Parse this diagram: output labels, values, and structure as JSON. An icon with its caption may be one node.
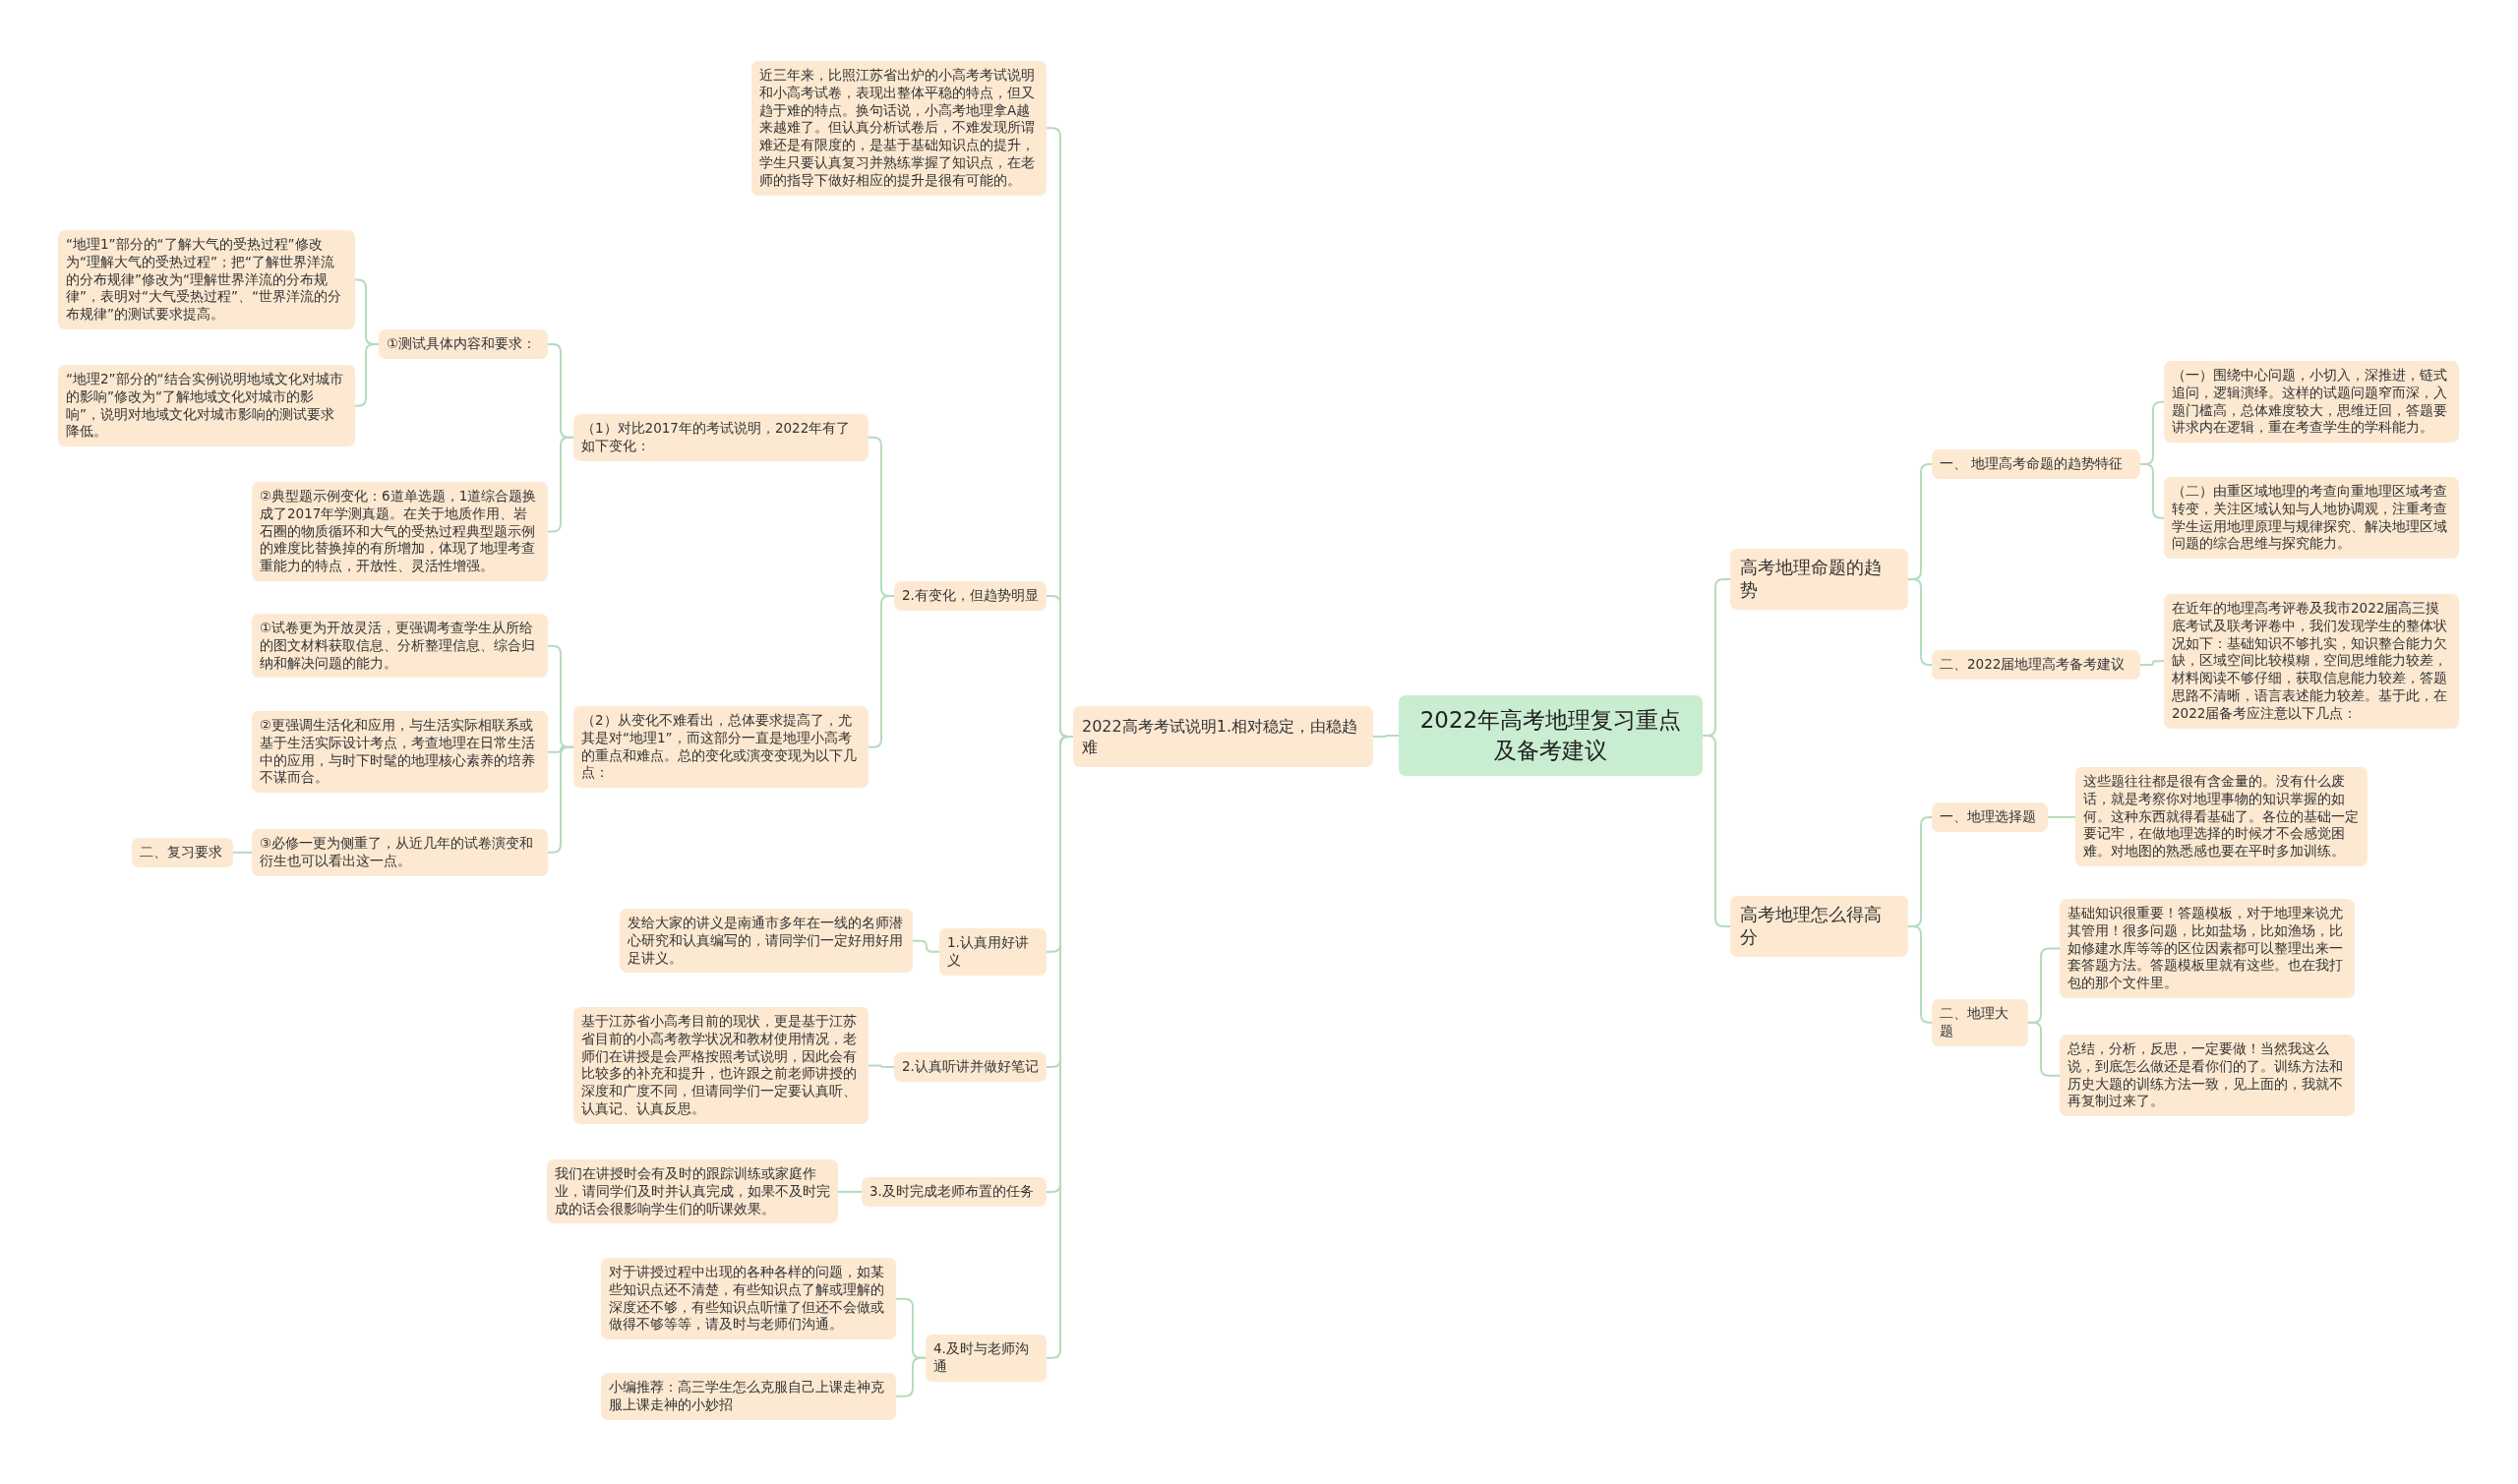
{
  "diagram": {
    "nodes": [
      {
        "text": [
          "2022年高考地理复习重点及备考建议"
        ]
      },
      {
        "text": [
          "2022高考考试说明1.相对稳定，由稳趋难"
        ]
      },
      {
        "text": [
          "近三年来，比照江苏省出炉的小高考考试说明和小高考试卷，表现出整体平稳的特点，但又趋于难的特点。换句话说，小高考地理拿A越来越难了。但认真分析试卷后，不难发现所谓难还是有限度的，是基于基础知识点的提升，学生只要认真复习并熟练掌握了知识点，在老师的指导下做好相应的提升是很有可能的。"
        ]
      },
      {
        "text": [
          "2.有变化，但趋势明显"
        ]
      },
      {
        "text": [
          "（1）对比2017年的考试说明，2022年有了如下变化："
        ]
      },
      {
        "text": [
          "①测试具体内容和要求："
        ]
      },
      {
        "text": [
          "“地理1”部分的“了解大气的受热过程”修改为“理解大气的受热过程”；把“了解世界洋流的分布规律”修改为“理解世界洋流的分布规律”，表明对“大气受热过程”、“世界洋流的分布规律”的测试要求提高。"
        ]
      },
      {
        "text": [
          "“地理2”部分的“结合实例说明地域文化对城市的影响”修改为“了解地域文化对城市的影响”，说明对地域文化对城市影响的测试要求降低。"
        ]
      },
      {
        "text": [
          "②典型题示例变化：6道单选题，1道综合题换成了2017年学测真题。在关于地质作用、岩石圈的物质循环和大气的受热过程典型题示例的难度比替换掉的有所增加，体现了地理考查重能力的特点，开放性、灵活性增强。"
        ]
      },
      {
        "text": [
          "（2）从变化不难看出，总体要求提高了，尤其是对“地理1”，而这部分一直是地理小高考的重点和难点。总的变化或演变变现为以下几点："
        ]
      },
      {
        "text": [
          "①试卷更为开放灵活，更强调考查学生从所给的图文材料获取信息、分析整理信息、综合归纳和解决问题的能力。"
        ]
      },
      {
        "text": [
          "②更强调生活化和应用，与生活实际相联系或基于生活实际设计考点，考查地理在日常生活中的应用，与时下时髦的地理核心素养的培养不谋而合。"
        ]
      },
      {
        "text": [
          "③必修一更为侧重了，从近几年的试卷演变和衍生也可以看出这一点。"
        ]
      },
      {
        "text": [
          "二、复习要求"
        ]
      },
      {
        "text": [
          "1.认真用好讲义"
        ]
      },
      {
        "text": [
          "发给大家的讲义是南通市多年在一线的名师潜心研究和认真编写的，请同学们一定好用好用足讲义。"
        ]
      },
      {
        "text": [
          "2.认真听讲并做好笔记"
        ]
      },
      {
        "text": [
          "基于江苏省小高考目前的现状，更是基于江苏省目前的小高考教学状况和教材使用情况，老师们在讲授是会严格按照考试说明，因此会有比较多的补充和提升，也许跟之前老师讲授的深度和广度不同，但请同学们一定要认真听、认真记、认真反思。"
        ]
      },
      {
        "text": [
          "3.及时完成老师布置的任务"
        ]
      },
      {
        "text": [
          "我们在讲授时会有及时的跟踪训练或家庭作业，请同学们及时并认真完成，如果不及时完成的话会很影响学生们的听课效果。"
        ]
      },
      {
        "text": [
          "4.及时与老师沟通"
        ]
      },
      {
        "text": [
          "对于讲授过程中出现的各种各样的问题，如某些知识点还不清楚，有些知识点了解或理解的深度还不够，有些知识点听懂了但还不会做或做得不够等等，请及时与老师们沟通。"
        ]
      },
      {
        "text": [
          "小编推荐：高三学生怎么克服自己上课走神克服上课走神的小妙招"
        ]
      },
      {
        "text": [
          "高考地理命题的趋势"
        ]
      },
      {
        "text": [
          "一、 地理高考命题的趋势特征"
        ]
      },
      {
        "text": [
          "（一）围绕中心问题，小切入，深推进，链式追问，逻辑演绎。这样的试题问题窄而深，入题门槛高，总体难度较大，思维迂回，答题要讲求内在逻辑，重在考查学生的学科能力。"
        ]
      },
      {
        "text": [
          "（二）由重区域地理的考查向重地理区域考查转变，关注区域认知与人地协调观，注重考查学生运用地理原理与规律探究、解决地理区域问题的综合思维与探究能力。"
        ]
      },
      {
        "text": [
          "二、2022届地理高考备考建议"
        ]
      },
      {
        "text": [
          "在近年的地理高考评卷及我市2022届高三摸底考试及联考评卷中，我们发现学生的整体状况如下：基础知识不够扎实，知识整合能力欠缺，区域空间比较模糊，空间思维能力较差，材料阅读不够仔细，获取信息能力较差，答题思路不清晰，语言表述能力较差。基于此，在2022届备考应注意以下几点："
        ]
      },
      {
        "text": [
          "高考地理怎么得高分"
        ]
      },
      {
        "text": [
          "一、地理选择题"
        ]
      },
      {
        "text": [
          "这些题往往都是很有含金量的。没有什么废话，就是考察你对地理事物的知识掌握的如何。这种东西就得看基础了。各位的基础一定要记牢，在做地理选择的时候才不会感觉困难。对地图的熟悉感也要在平时多加训练。"
        ]
      },
      {
        "text": [
          "二、地理大题"
        ]
      },
      {
        "text": [
          "基础知识很重要！答题模板，对于地理来说尤其管用！很多问题，比如盐场，比如渔场，比如修建水库等等的区位因素都可以整理出来一套答题方法。答题模板里就有这些。也在我打包的那个文件里。"
        ]
      },
      {
        "text": [
          "总结，分析，反思，一定要做！当然我这么说，到底怎么做还是看你们的了。训练方法和历史大题的训练方法一致，见上面的，我就不再复制过来了。"
        ]
      }
    ],
    "edges": [
      {
        "from": 0,
        "to": 1,
        "arrow": "none"
      },
      {
        "from": 1,
        "to": 2,
        "arrow": "none"
      },
      {
        "from": 1,
        "to": 3,
        "arrow": "none"
      },
      {
        "from": 3,
        "to": 4,
        "arrow": "none"
      },
      {
        "from": 4,
        "to": 5,
        "arrow": "none"
      },
      {
        "from": 5,
        "to": 6,
        "arrow": "none"
      },
      {
        "from": 5,
        "to": 7,
        "arrow": "none"
      },
      {
        "from": 4,
        "to": 8,
        "arrow": "none"
      },
      {
        "from": 3,
        "to": 9,
        "arrow": "none"
      },
      {
        "from": 9,
        "to": 10,
        "arrow": "none"
      },
      {
        "from": 9,
        "to": 11,
        "arrow": "none"
      },
      {
        "from": 9,
        "to": 12,
        "arrow": "none"
      },
      {
        "from": 12,
        "to": 13,
        "arrow": "none"
      },
      {
        "from": 1,
        "to": 14,
        "arrow": "none"
      },
      {
        "from": 14,
        "to": 15,
        "arrow": "none"
      },
      {
        "from": 1,
        "to": 16,
        "arrow": "none"
      },
      {
        "from": 16,
        "to": 17,
        "arrow": "none"
      },
      {
        "from": 1,
        "to": 18,
        "arrow": "none"
      },
      {
        "from": 18,
        "to": 19,
        "arrow": "none"
      },
      {
        "from": 1,
        "to": 20,
        "arrow": "none"
      },
      {
        "from": 20,
        "to": 21,
        "arrow": "none"
      },
      {
        "from": 20,
        "to": 22,
        "arrow": "none"
      },
      {
        "from": 0,
        "to": 23,
        "arrow": "none"
      },
      {
        "from": 23,
        "to": 24,
        "arrow": "none"
      },
      {
        "from": 24,
        "to": 25,
        "arrow": "none"
      },
      {
        "from": 24,
        "to": 26,
        "arrow": "none"
      },
      {
        "from": 23,
        "to": 27,
        "arrow": "none"
      },
      {
        "from": 27,
        "to": 28,
        "arrow": "none"
      },
      {
        "from": 0,
        "to": 29,
        "arrow": "none"
      },
      {
        "from": 29,
        "to": 30,
        "arrow": "none"
      },
      {
        "from": 30,
        "to": 31,
        "arrow": "none"
      },
      {
        "from": 29,
        "to": 32,
        "arrow": "none"
      },
      {
        "from": 32,
        "to": 33,
        "arrow": "none"
      },
      {
        "from": 32,
        "to": 34,
        "arrow": "none"
      }
    ]
  }
}
